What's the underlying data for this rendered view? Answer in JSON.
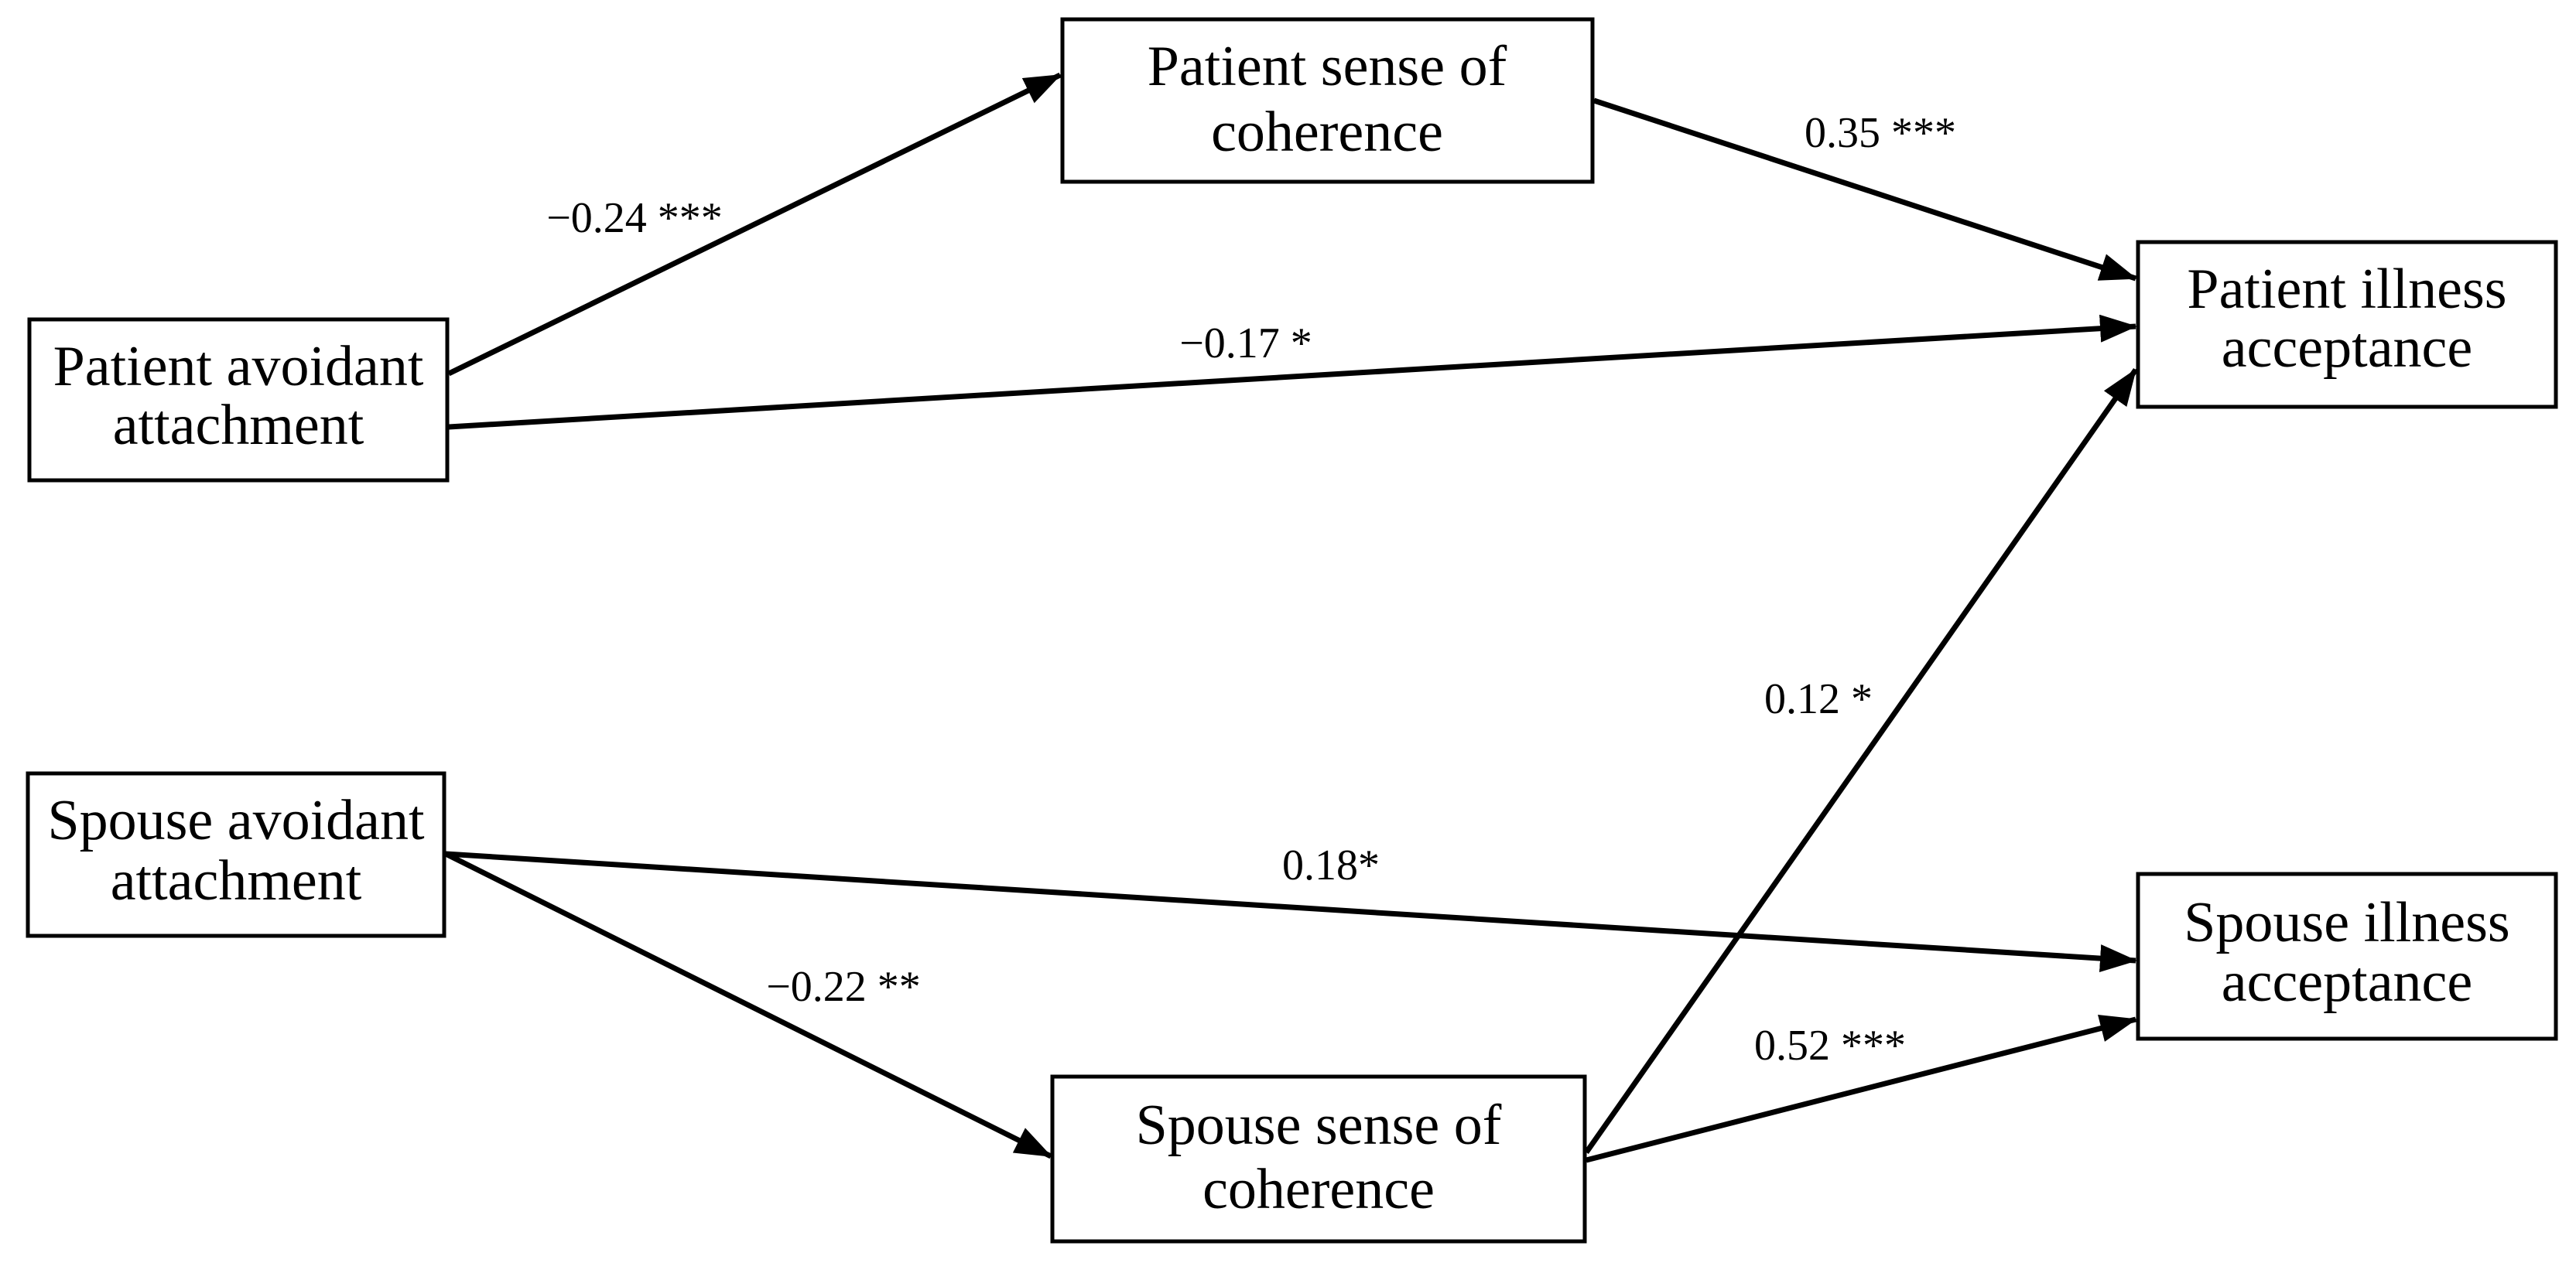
{
  "nodes": {
    "patient_avoidant": {
      "line1": "Patient avoidant",
      "line2": "attachment"
    },
    "patient_coherence": {
      "line1": "Patient sense of",
      "line2": "coherence"
    },
    "patient_acceptance": {
      "line1": "Patient illness",
      "line2": "acceptance"
    },
    "spouse_avoidant": {
      "line1": "Spouse avoidant",
      "line2": "attachment"
    },
    "spouse_coherence": {
      "line1": "Spouse sense of",
      "line2": "coherence"
    },
    "spouse_acceptance": {
      "line1": "Spouse illness",
      "line2": "acceptance"
    }
  },
  "paths": {
    "patient_avoidant_to_patient_coherence": "−0.24 ***",
    "patient_coherence_to_patient_acceptance": "0.35 ***",
    "patient_avoidant_to_patient_acceptance": "−0.17 *",
    "spouse_coherence_to_patient_acceptance": "0.12 *",
    "spouse_avoidant_to_spouse_acceptance": "0.18*",
    "spouse_avoidant_to_spouse_coherence": "−0.22 **",
    "spouse_coherence_to_spouse_acceptance": "0.52 ***"
  }
}
